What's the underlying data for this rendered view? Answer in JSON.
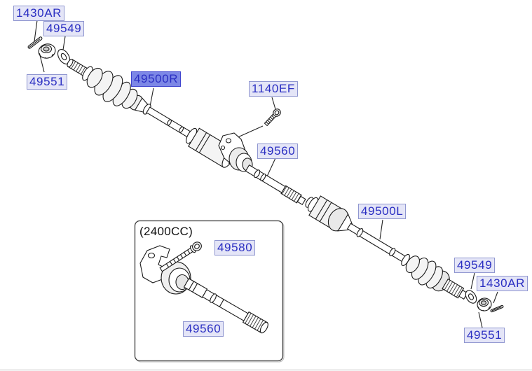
{
  "diagram": {
    "type": "exploded-parts-diagram",
    "subject": "Drive shaft assembly parts diagram",
    "colors": {
      "label_text": "#2a2ec2",
      "label_bg": "#e4e5f7",
      "label_border": "#8f96d0",
      "highlight_bg": "#7c87e6",
      "highlight_border": "#3f45cf",
      "line": "#1a1a1a"
    },
    "labels": [
      {
        "id": "1430AR-top",
        "text": "1430AR",
        "highlighted": false
      },
      {
        "id": "49549-top",
        "text": "49549",
        "highlighted": false
      },
      {
        "id": "49551-top",
        "text": "49551",
        "highlighted": false
      },
      {
        "id": "49500R",
        "text": "49500R",
        "highlighted": true
      },
      {
        "id": "1140EF",
        "text": "1140EF",
        "highlighted": false
      },
      {
        "id": "49560-main",
        "text": "49560",
        "highlighted": false
      },
      {
        "id": "49500L",
        "text": "49500L",
        "highlighted": false
      },
      {
        "id": "49549-right",
        "text": "49549",
        "highlighted": false
      },
      {
        "id": "1430AR-right",
        "text": "1430AR",
        "highlighted": false
      },
      {
        "id": "49551-right",
        "text": "49551",
        "highlighted": false
      },
      {
        "id": "49580-inset",
        "text": "49580",
        "highlighted": false
      },
      {
        "id": "49560-inset",
        "text": "49560",
        "highlighted": false
      }
    ],
    "inset": {
      "caption": "(2400CC)"
    }
  }
}
